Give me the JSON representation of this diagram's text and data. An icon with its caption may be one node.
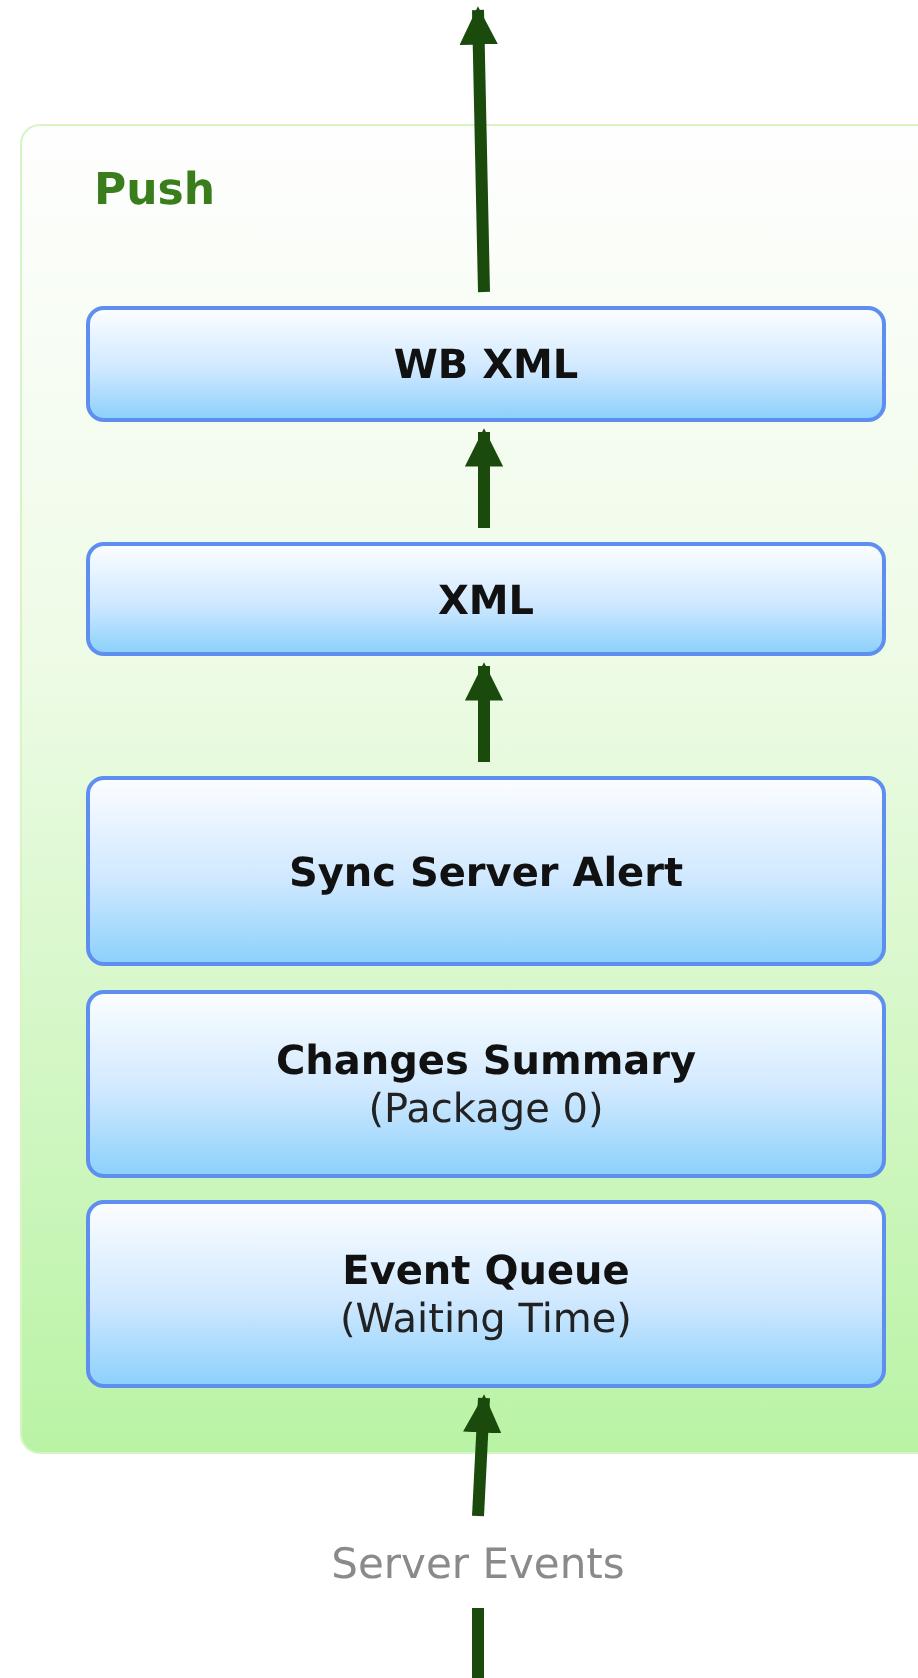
{
  "diagram": {
    "nodes": [
      {
        "text": [
          "Push"
        ]
      },
      {
        "text": [
          "WB XML"
        ],
        "in": 0
      },
      {
        "text": [
          "XML"
        ],
        "in": 0
      },
      {
        "text": [
          "Sync Server Alert"
        ],
        "in": 0
      },
      {
        "text": [
          "Changes Summary",
          "(Package 0)"
        ],
        "in": 0
      },
      {
        "text": [
          "Event Queue",
          "(Waiting Time)"
        ],
        "in": 0
      },
      {
        "text": [
          "Server Events"
        ]
      }
    ],
    "edges": [
      {
        "from": 1,
        "to": null,
        "arrow": "to"
      },
      {
        "from": 2,
        "to": 1,
        "arrow": "to"
      },
      {
        "from": 3,
        "to": 2,
        "arrow": "to"
      },
      {
        "from": 6,
        "to": 5,
        "arrow": "to"
      },
      {
        "from": null,
        "to": 6,
        "arrow": "none"
      }
    ]
  }
}
